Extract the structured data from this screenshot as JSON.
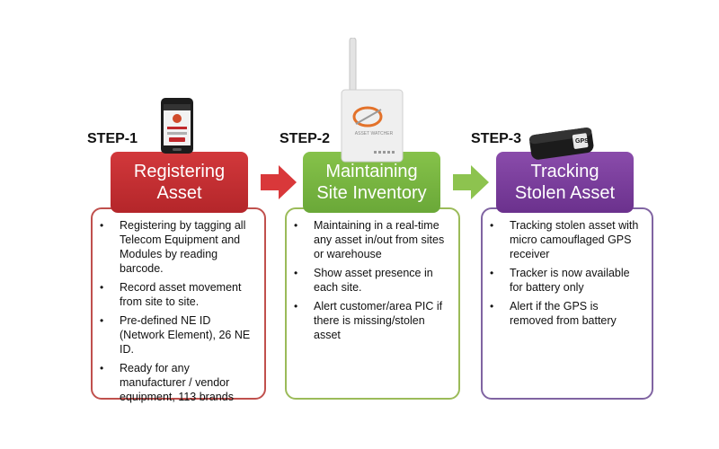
{
  "steps": [
    {
      "step_label": "STEP-1",
      "title_line1": "Registering",
      "title_line2": "Asset",
      "color": "#c0282c",
      "border_color": "#c0504d",
      "device": "smartphone-icon",
      "bullets": [
        "Registering by tagging all Telecom Equipment and Modules by reading barcode.",
        "Record asset movement from site to site.",
        "Pre-defined NE ID (Network Element), 26 NE ID.",
        "Ready for any manufacturer / vendor equipment, 113 brands"
      ]
    },
    {
      "step_label": "STEP-2",
      "title_line1": "Maintaining",
      "title_line2": "Site Inventory",
      "color": "#7ab840",
      "border_color": "#9bbb59",
      "device": "router-icon",
      "device_text": "ASSET WATCHER",
      "bullets": [
        "Maintaining in a real-time any asset in/out from sites or warehouse",
        "Show asset presence in each site.",
        "Alert customer/area PIC if there is missing/stolen asset"
      ]
    },
    {
      "step_label": "STEP-3",
      "title_line1": "Tracking",
      "title_line2": "Stolen Asset",
      "color": "#7a3f9c",
      "border_color": "#8064a2",
      "device": "gps-tracker-icon",
      "device_text": "GPS",
      "bullets": [
        "Tracking stolen asset with micro camouflaged GPS receiver",
        "Tracker is now available for battery only",
        "Alert if the GPS is removed from battery"
      ]
    }
  ],
  "arrows": [
    {
      "name": "arrow-icon",
      "color": "#d9383a"
    },
    {
      "name": "arrow-icon",
      "color": "#8dc34f"
    }
  ]
}
